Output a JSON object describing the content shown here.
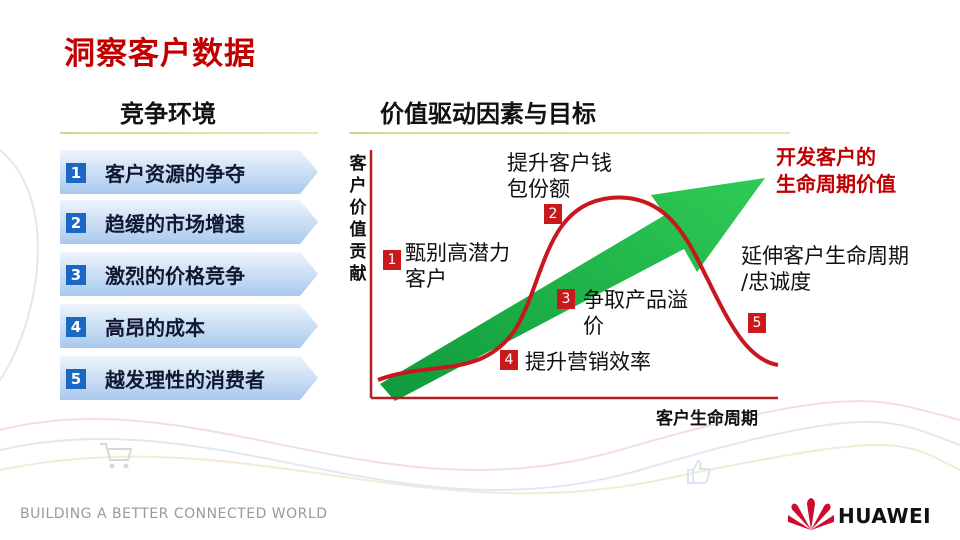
{
  "title": "洞察客户数据",
  "left_section": {
    "title": "竞争环境",
    "items": [
      {
        "num": "1",
        "label": "客户资源的争夺"
      },
      {
        "num": "2",
        "label": "趋缓的市场增速"
      },
      {
        "num": "3",
        "label": "激烈的价格竞争"
      },
      {
        "num": "4",
        "label": "高昂的成本"
      },
      {
        "num": "5",
        "label": "越发理性的消费者"
      }
    ]
  },
  "right_section": {
    "title": "价值驱动因素与目标",
    "y_axis_label": "客户价值贡献",
    "x_axis_label": "客户生命周期",
    "target_label": [
      "开发客户的",
      "生命周期价值"
    ],
    "markers": [
      {
        "num": "1",
        "text": [
          "甄别高潜力",
          "客户"
        ]
      },
      {
        "num": "2",
        "text": [
          "提升客户钱",
          "包份额"
        ]
      },
      {
        "num": "3",
        "text": [
          "争取产品溢",
          "价"
        ]
      },
      {
        "num": "4",
        "text": [
          "提升营销效率"
        ]
      },
      {
        "num": "5",
        "text": [
          "延伸客户生命周期",
          "/忠诚度"
        ]
      }
    ]
  },
  "footer": {
    "slogan": "BUILDING A BETTER CONNECTED WORLD",
    "brand": "HUAWEI"
  },
  "colors": {
    "accent_red": "#c00000",
    "number_blue": "#1c66c4",
    "arrow_green": "#1bb34a",
    "curve_red": "#c8171e"
  },
  "icons": [
    "shopping-cart-icon",
    "thumbs-up-icon",
    "huawei-logo-icon"
  ]
}
